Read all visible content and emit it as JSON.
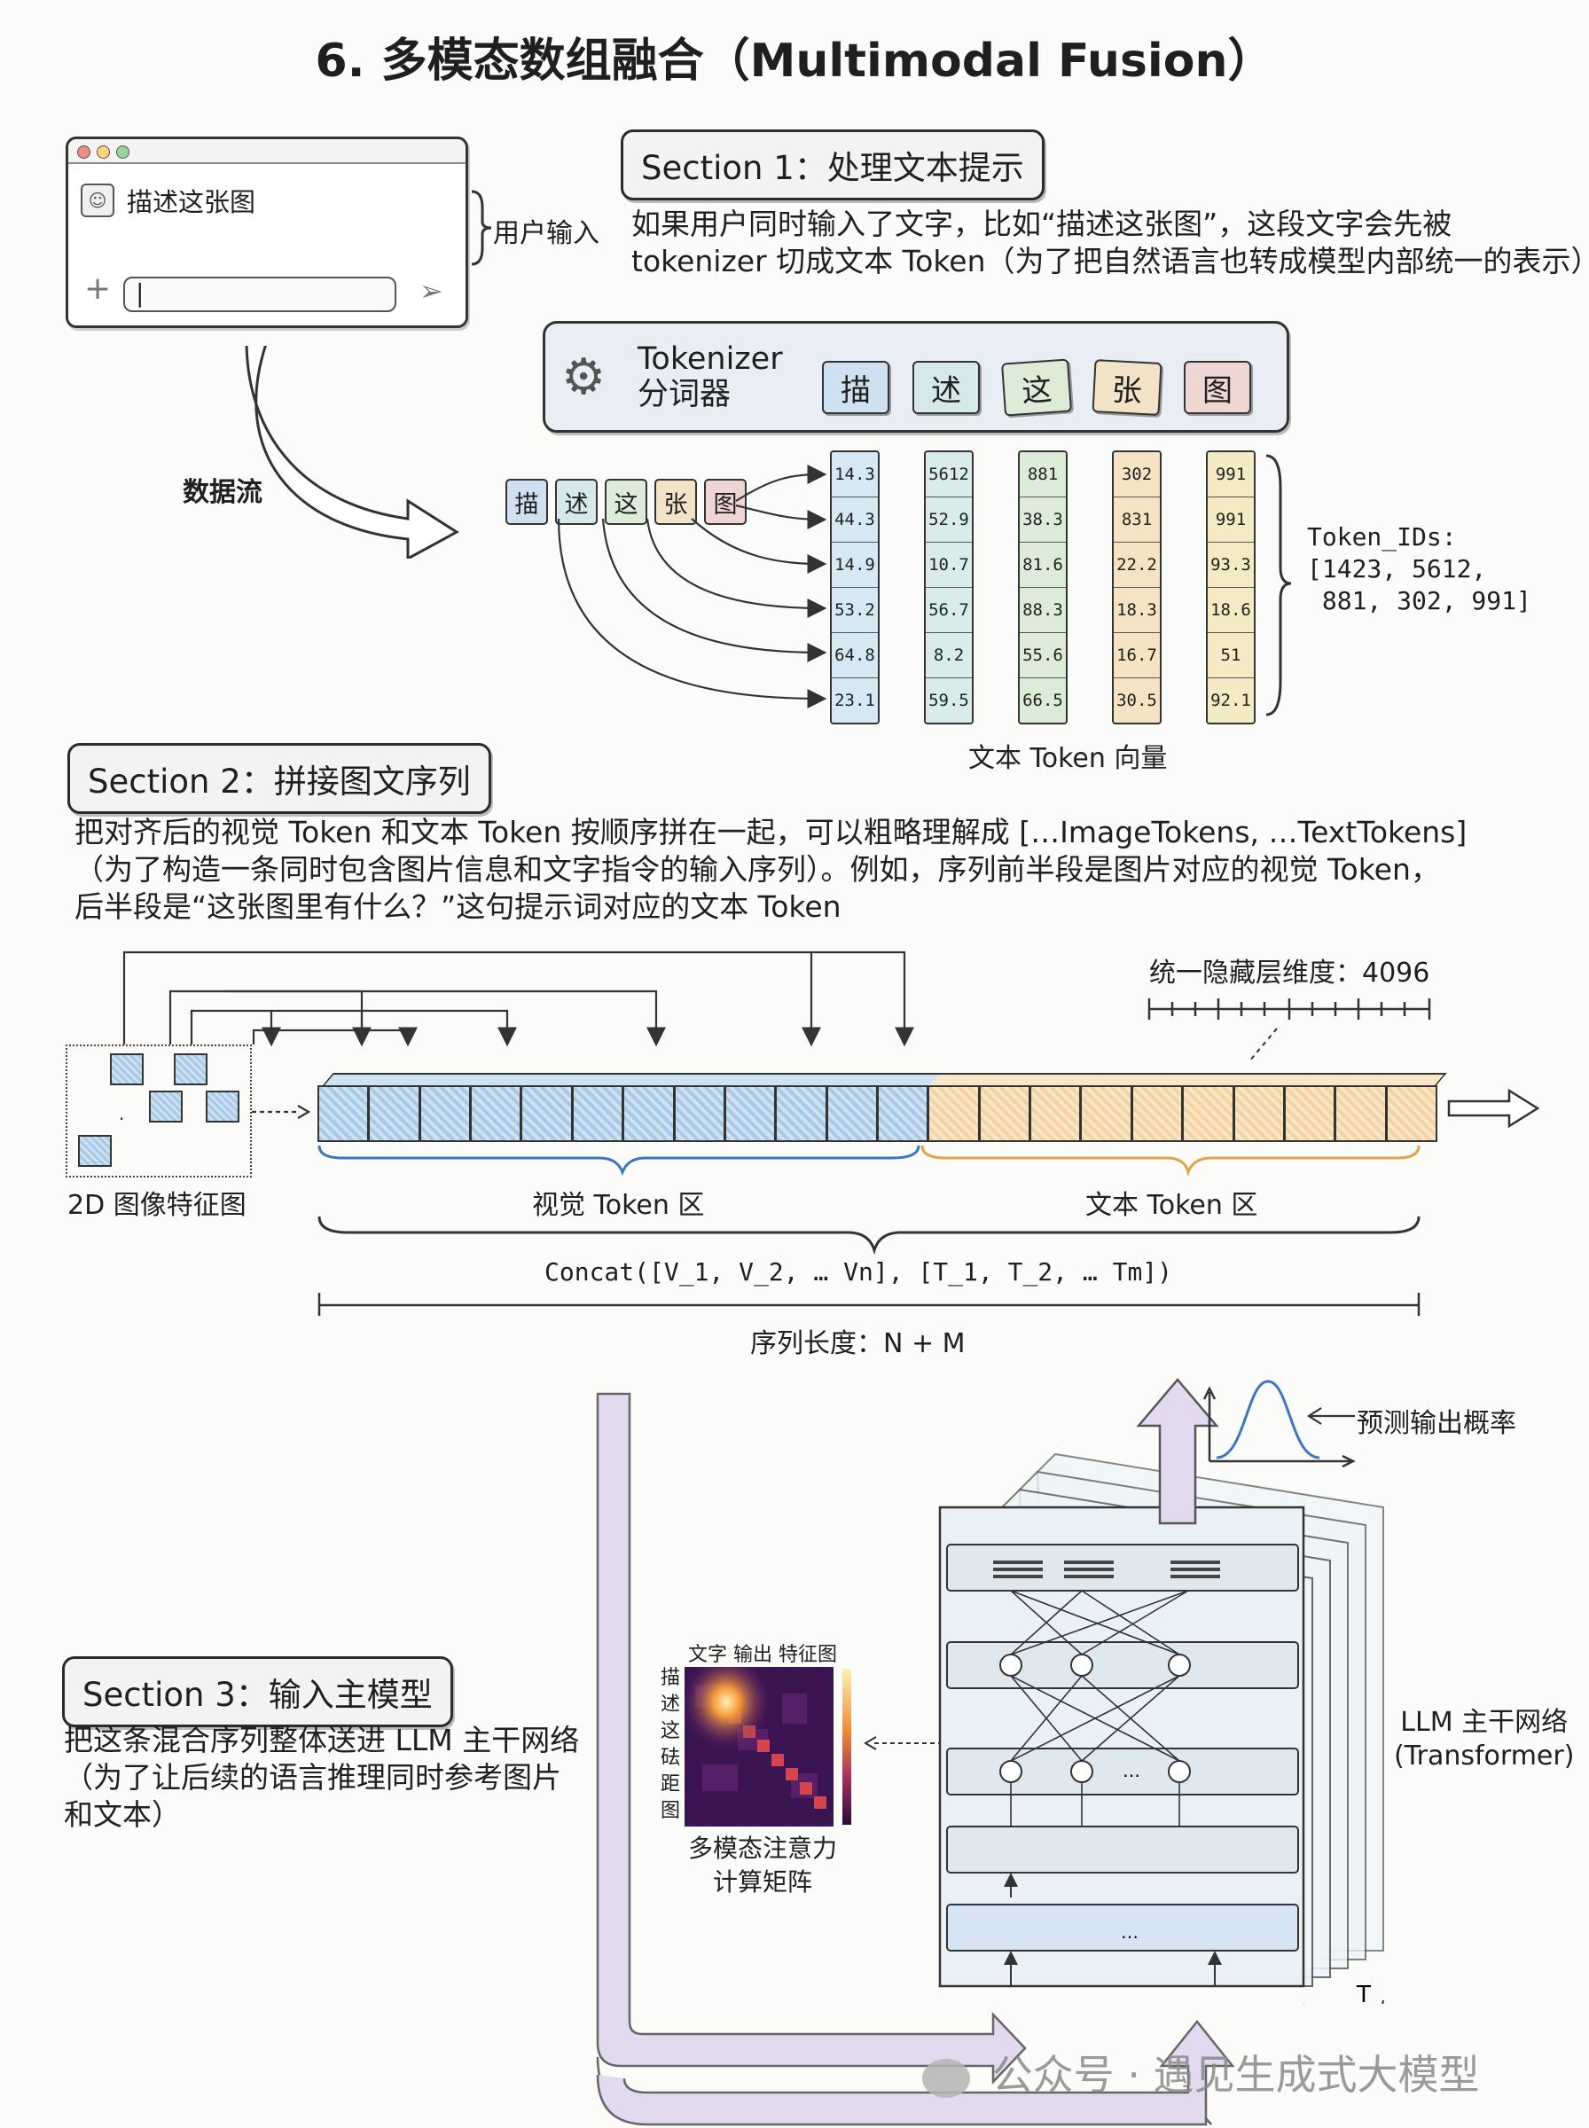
{
  "title": "6. 多模态数组融合（Multimodal Fusion）",
  "section1": {
    "header": "Section 1：处理文本提示",
    "desc_line1": "如果用户同时输入了文字，比如“描述这张图”，这段文字会先被",
    "desc_line2": "tokenizer 切成文本 Token（为了把自然语言也转成模型内部统一的表示）"
  },
  "chat_window": {
    "prompt_text": "描述这张图",
    "input_value": "|",
    "user_input_label": "用户输入"
  },
  "data_flow_label": "数据流",
  "tokenizer": {
    "name_en": "Tokenizer",
    "name_zh": "分词器",
    "chars": [
      "描",
      "述",
      "这",
      "张",
      "图"
    ]
  },
  "token_vectors": {
    "columns": [
      [
        "14.3",
        "44.3",
        "14.9",
        "53.2",
        "64.8",
        "23.1"
      ],
      [
        "5612",
        "52.9",
        "10.7",
        "56.7",
        "8.2",
        "59.5"
      ],
      [
        "881",
        "38.3",
        "81.6",
        "88.3",
        "55.6",
        "66.5"
      ],
      [
        "302",
        "831",
        "22.2",
        "18.3",
        "16.7",
        "30.5"
      ],
      [
        "991",
        "991",
        "93.3",
        "18.6",
        "51",
        "92.1"
      ]
    ],
    "caption": "文本 Token 向量",
    "ids_label": "Token_IDs:",
    "ids_line1": "[1423, 5612,",
    "ids_line2": " 881, 302, 991]"
  },
  "section2": {
    "header": "Section 2：拼接图文序列",
    "desc_line1": "把对齐后的视觉 Token 和文本 Token 按顺序拼在一起，可以粗略理解成 […ImageTokens, …TextTokens]",
    "desc_line2": "（为了构造一条同时包含图片信息和文字指令的输入序列）。例如，序列前半段是图片对应的视觉 Token，",
    "desc_line3": "后半段是“这张图里有什么？”这句提示词对应的文本 Token"
  },
  "sequence": {
    "hidden_dim_label": "统一隐藏层维度：4096",
    "feature_map_label": "2D 图像特征图",
    "visual_zone_label": "视觉 Token 区",
    "text_zone_label": "文本 Token 区",
    "concat_formula": "Concat([V_1, V_2, … Vn], [T_1, T_2, … Tm])",
    "length_label": "序列长度：N + M",
    "visual_count": 12,
    "text_count": 10
  },
  "section3": {
    "header": "Section 3：输入主模型",
    "desc_line1": "把这条混合序列整体送进 LLM 主干网络",
    "desc_line2": "（为了让后续的语言推理同时参考图片",
    "desc_line3": "和文本）"
  },
  "attention": {
    "top_label": "文字 输出 特征图",
    "side_chars": [
      "描",
      "述",
      "这",
      "砝",
      "距",
      "图"
    ],
    "caption_line1": "多模态注意力",
    "caption_line2": "计算矩阵"
  },
  "llm": {
    "label_line1": "LLM 主干网络",
    "label_line2": "(Transformer)",
    "output_label": "预测输出概率",
    "stack_label": "T",
    "dots": "…"
  },
  "watermark": "公众号 · 遇见生成式大模型",
  "colors": {
    "visual_token": "#a9c9e6",
    "text_token": "#f2d3a1",
    "visual_brace": "#3a78c2",
    "text_brace": "#e0a24a",
    "input_arrow": "#d9cdeb"
  }
}
